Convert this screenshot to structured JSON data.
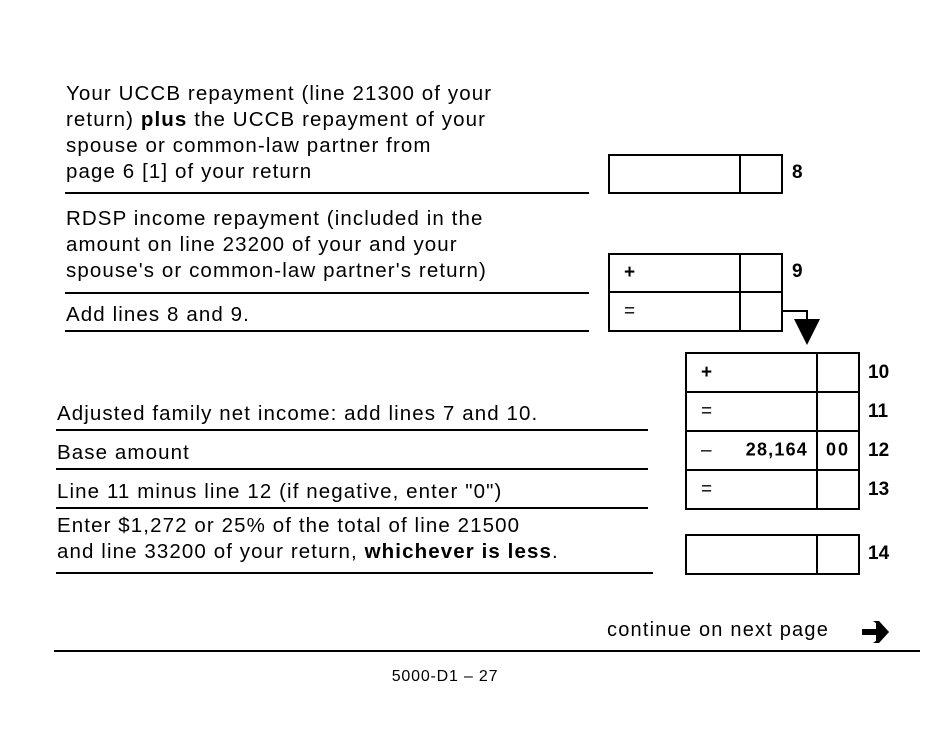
{
  "lines": [
    {
      "number": "8",
      "description_parts": [
        "Your UCCB repayment (line 21300 of your",
        "return) ",
        "plus",
        " the UCCB repayment of your",
        "spouse or common-law partner from",
        "page 6 [1] of your return"
      ],
      "operator": "",
      "dollars": "",
      "cents": ""
    },
    {
      "number": "9",
      "description_lines": [
        "RDSP income repayment (included in the",
        "amount on line 23200 of your and your",
        "spouse's or common-law partner's return)"
      ],
      "operator": "+",
      "dollars": "",
      "cents": ""
    },
    {
      "number": "",
      "description": "Add lines 8 and 9.",
      "operator": "=",
      "dollars": "",
      "cents": ""
    },
    {
      "number": "10",
      "description": "",
      "operator": "+",
      "dollars": "",
      "cents": ""
    },
    {
      "number": "11",
      "description": "Adjusted family net income: add lines 7 and 10.",
      "operator": "=",
      "dollars": "",
      "cents": ""
    },
    {
      "number": "12",
      "description": "Base amount",
      "operator": "–",
      "dollars": "28,164",
      "cents": "00"
    },
    {
      "number": "13",
      "description": "Line 11 minus line 12 (if negative, enter \"0\")",
      "operator": "=",
      "dollars": "",
      "cents": ""
    },
    {
      "number": "14",
      "description_lines": [
        "Enter $1,272 or 25% of the total of line 21500",
        "and line 33200 of your return, "
      ],
      "description_bold": "whichever is less",
      "description_end": ".",
      "operator": "",
      "dollars": "",
      "cents": ""
    }
  ],
  "connector": {
    "icon": "down-arrow-icon"
  },
  "footer": {
    "continue_text": "continue on next page",
    "continue_icon": "right-arrow-icon",
    "page_id": "5000-D1 – 27"
  }
}
